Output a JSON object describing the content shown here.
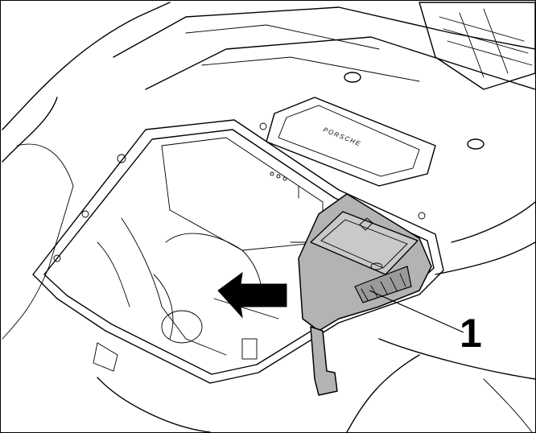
{
  "figure": {
    "callout_number": "1",
    "brand_lettering": "PORSCHE",
    "colors": {
      "line": "#000000",
      "background": "#ffffff",
      "highlighted_part": "#b3b3b3"
    },
    "direction_marker": "arrow-left"
  }
}
